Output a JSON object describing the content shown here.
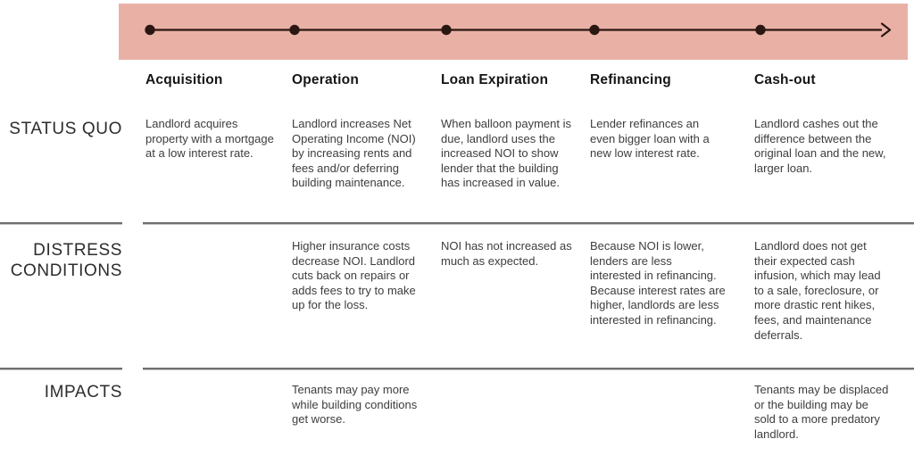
{
  "banner": {
    "background_color": "#e9b1a6",
    "timeline_color": "#2a1711"
  },
  "row_labels": {
    "status_quo": "STATUS QUO",
    "distress": "DISTRESS CONDITIONS",
    "impacts": "IMPACTS"
  },
  "columns": [
    {
      "header": "Acquisition",
      "status_quo": "Landlord acquires property with a mortgage at a low interest rate.",
      "distress": "",
      "impacts": ""
    },
    {
      "header": "Operation",
      "status_quo": "Landlord increases Net Operating Income (NOI) by increasing rents and fees and/or deferring building maintenance.",
      "distress": "Higher insurance costs decrease NOI. Landlord cuts back on repairs or adds fees to try to make up for the loss.",
      "impacts": "Tenants may pay more while building conditions get worse."
    },
    {
      "header": "Loan Expiration",
      "status_quo": "When balloon payment is due, landlord uses the increased NOI to show lender that the building has increased in value.",
      "distress": "NOI has not increased as much as expected.",
      "impacts": ""
    },
    {
      "header": "Refinancing",
      "status_quo": "Lender refinances an even bigger loan with a new low interest rate.",
      "distress": "Because NOI is lower, lenders are less interested in refinancing. Because interest rates are higher, landlords are less interested in refinancing.",
      "impacts": ""
    },
    {
      "header": "Cash-out",
      "status_quo": "Landlord cashes out the difference between the original loan and the new, larger loan.",
      "distress": "Landlord does not get their expected cash infusion, which may lead to a sale, foreclosure, or more drastic rent hikes, fees, and maintenance deferrals.",
      "impacts": "Tenants may be displaced or the building may be sold to a more predatory landlord."
    }
  ]
}
